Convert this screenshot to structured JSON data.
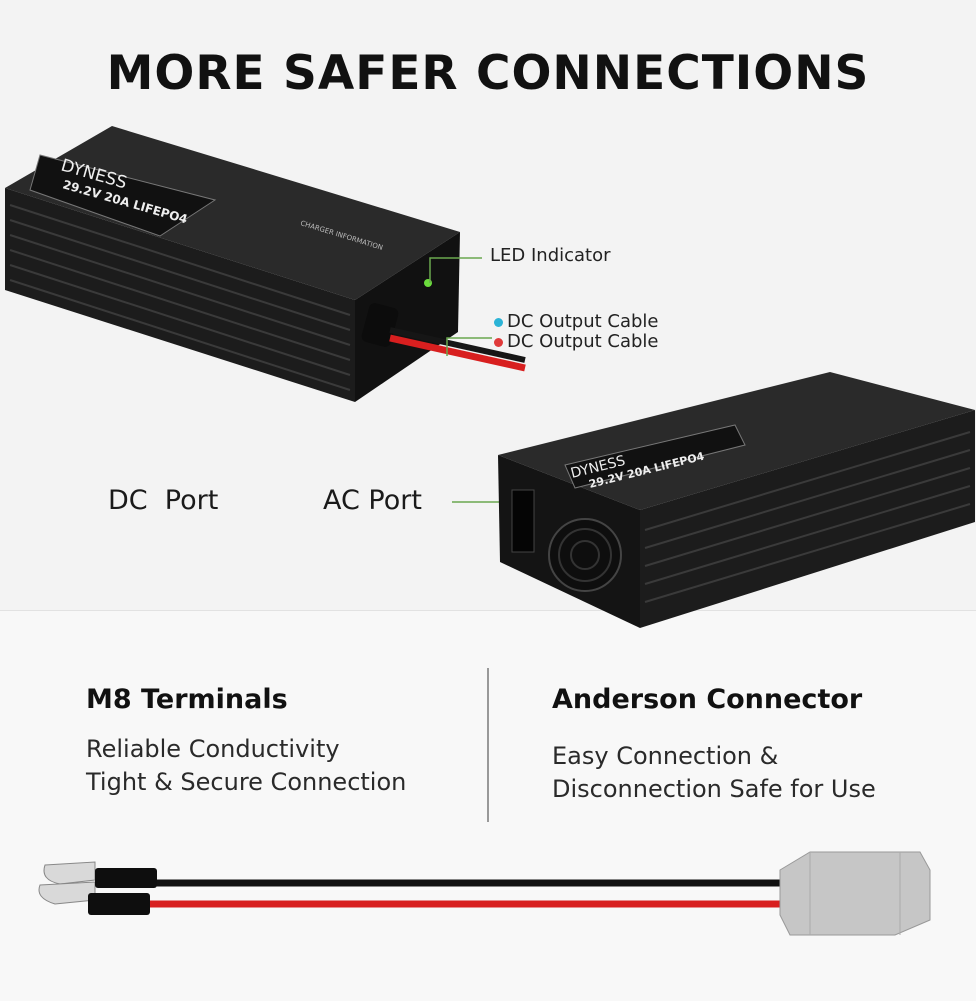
{
  "title": "MORE SAFER CONNECTIONS",
  "product": {
    "brand": "DYNESS",
    "model": "29.2V 20A LIFEPO4",
    "label_heading": "CHARGER INFORMATION"
  },
  "callouts": {
    "led": "LED Indicator",
    "dc_neg": "DC Output Cable",
    "dc_pos": "DC Output Cable",
    "dc_port": "DC  Port",
    "ac_port": "AC Port"
  },
  "features": [
    {
      "title": "M8 Terminals",
      "lines": [
        "Reliable Conductivity",
        "Tight & Secure Connection"
      ]
    },
    {
      "title": "Anderson Connector",
      "lines": [
        "Easy Connection &",
        "Disconnection Safe for Use"
      ]
    }
  ],
  "colors": {
    "callout_line": "#6aa84f",
    "neg": "#2bb3d6",
    "pos": "#e03a3a",
    "cable_red": "#d81f1f"
  }
}
